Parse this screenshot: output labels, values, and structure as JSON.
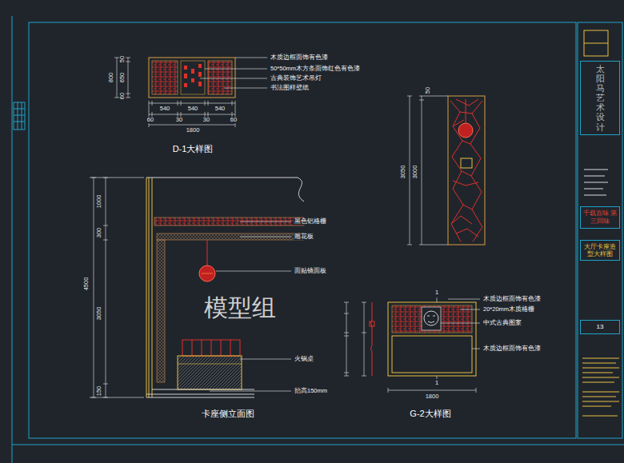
{
  "diagram": {
    "nodes": [
      {
        "text": [
          "太阳马艺术设计"
        ]
      },
      {
        "text": [
          "千载百味 第三回味"
        ]
      },
      {
        "text": [
          "大厅卡座造型大样图"
        ]
      },
      {
        "text": [
          "13"
        ]
      }
    ],
    "labels": [
      "50",
      "650",
      "60",
      "800",
      "540",
      "540",
      "540",
      "60",
      "30",
      "30",
      "60",
      "1800",
      "木质边框面饰有色漆",
      "50*50mm木方条面饰红色有色漆",
      "古典装饰艺术吊灯",
      "书法图样壁纸",
      "D-1大样图",
      "3050",
      "3000",
      "50",
      "4500",
      "1000",
      "300",
      "3050",
      "150",
      "黑色铝格栅",
      "雕花板",
      "面贴镜面板",
      "火锅桌",
      "抬高150mm",
      "卡座侧立面图",
      "1",
      "木质边框面饰有色漆",
      "20*20mm木质格栅",
      "中式古典图案",
      "木质边框面饰有色漆",
      "1",
      "1800",
      "G-2大样图",
      "模型组"
    ]
  }
}
